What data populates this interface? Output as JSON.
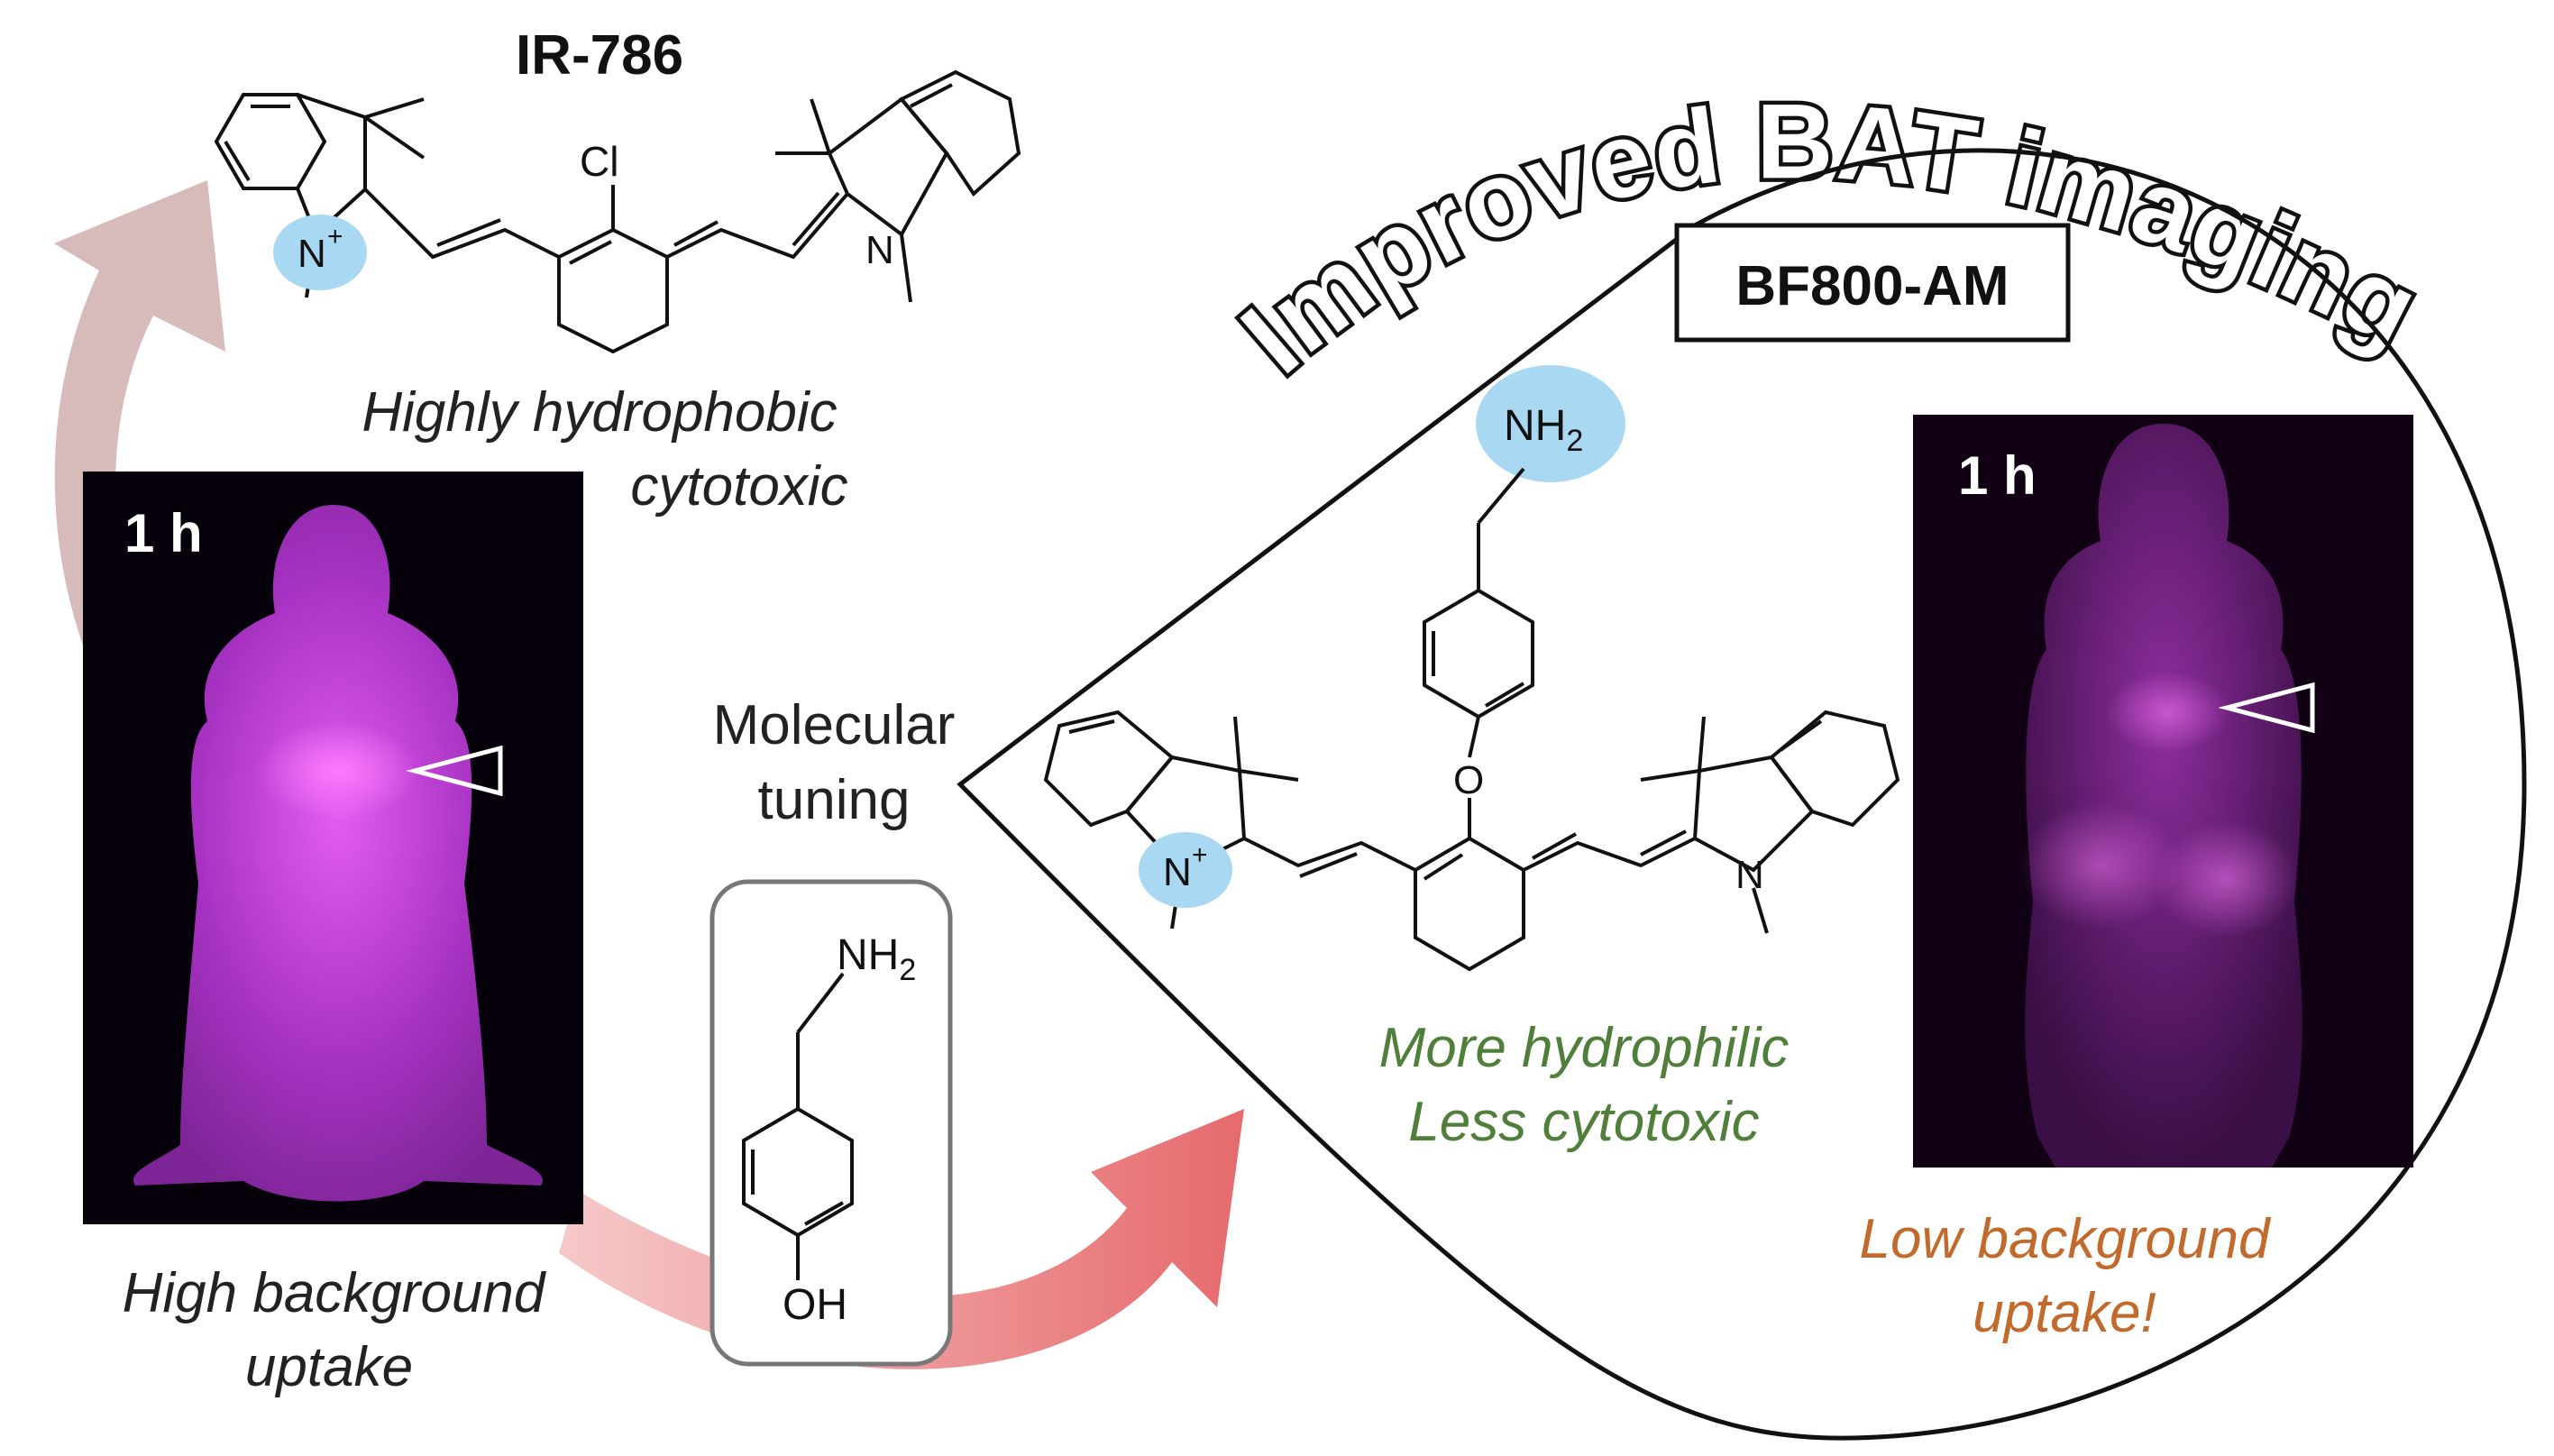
{
  "left": {
    "compound_name": "IR-786",
    "property_line1": "Highly hydrophobic",
    "property_line2": "cytotoxic",
    "image_time": "1 h",
    "result_line1": "High background",
    "result_line2": "uptake"
  },
  "middle": {
    "process_line1": "Molecular",
    "process_line2": "tuning",
    "reagent_amine": "NH",
    "reagent_amine_sub": "2",
    "reagent_hydroxyl": "OH"
  },
  "right": {
    "banner": "Improved BAT imaging",
    "compound_name": "BF800-AM",
    "property_line1": "More hydrophilic",
    "property_line2": "Less cytotoxic",
    "image_time": "1 h",
    "result_line1": "Low background",
    "result_line2": "uptake!"
  },
  "structures": {
    "chloro": "Cl",
    "n_plus": "N",
    "n_plus_sup": "+",
    "n_neutral": "N",
    "oxygen": "O",
    "amine": "NH",
    "amine_sub": "2"
  },
  "colors": {
    "hydrophilic_text": "#4f7f3a",
    "background_text": "#c26a2c",
    "highlight_blue": "#a9d8f3",
    "fluorescence": "#c23ad8",
    "arrow_red": "#e9797b",
    "arrow_gray": "#c9a7a7"
  },
  "icons": {
    "arrowhead": "open-triangle-arrowhead-icon"
  }
}
